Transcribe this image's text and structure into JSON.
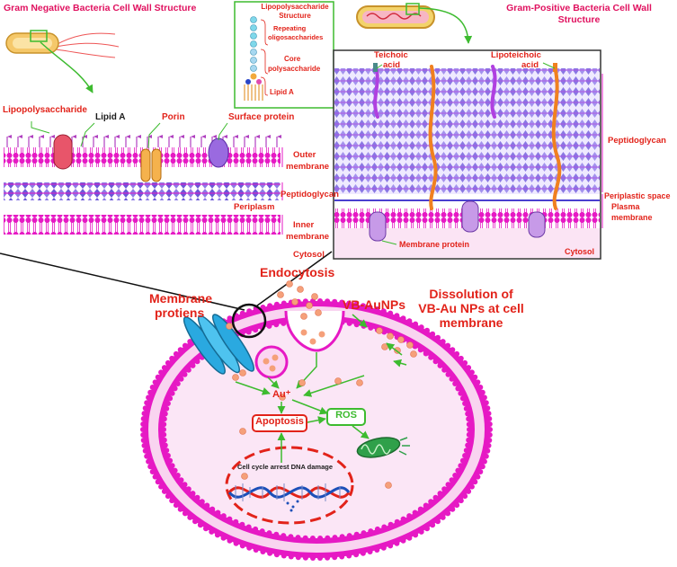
{
  "gram_negative": {
    "title": "Gram Negative Bacteria Cell Wall Structure",
    "labels": {
      "lps": "Lipopolysaccharide",
      "lipid_a": "Lipid A",
      "porin": "Porin",
      "surface_protein": "Surface protein",
      "outer_membrane_1": "Outer",
      "outer_membrane_2": "membrane",
      "peptidoglycan": "Peptidoglycan",
      "periplasm": "Periplasm",
      "inner_membrane_1": "Inner",
      "inner_membrane_2": "membrane",
      "cytosol": "Cytosol"
    }
  },
  "lps_inset": {
    "title_1": "Lipopolysaccharide",
    "title_2": "Structure",
    "repeating_1": "Repeating",
    "repeating_2": "oligosaccharides",
    "core_1": "Core",
    "core_2": "polysaccharide",
    "lipid_a": "Lipid A"
  },
  "gram_positive": {
    "title_1": "Gram-Positive Bacteria Cell Wall",
    "title_2": "Structure",
    "labels": {
      "teichoic_1": "Teichoic",
      "teichoic_2": "acid",
      "lipoteichoic_1": "Lipoteichoic",
      "lipoteichoic_2": "acid",
      "peptidoglycan": "Peptidoglycan",
      "periplastic": "Periplastic space",
      "plasma_1": "Plasma",
      "plasma_2": "membrane",
      "membrane_protein": "Membrane protein",
      "cytosol": "Cytosol"
    }
  },
  "cell": {
    "endocytosis": "Endocytosis",
    "membrane_proteins_1": "Membrane",
    "membrane_proteins_2": "protiens",
    "vb_aunps": "VB-AuNPs",
    "dissolution_1": "Dissolution of",
    "dissolution_2": "VB-Au NPs at cell",
    "dissolution_3": "membrane",
    "au_ion": "Au⁺",
    "apoptosis": "Apoptosis",
    "ros": "ROS",
    "cell_cycle": "Cell cycle arrest DNA damage"
  },
  "colors": {
    "membrane": "#e619c4",
    "membrane_light": "#f4a6e6",
    "cytoplasm": "#fbd6f2",
    "peptidoglycan": "#8c7be6",
    "arrow": "#3dbb2f",
    "red_text": "#e2231a",
    "pink_text": "#e0115f",
    "mito": "#2fa04a",
    "channel": "#2aa9e0"
  }
}
